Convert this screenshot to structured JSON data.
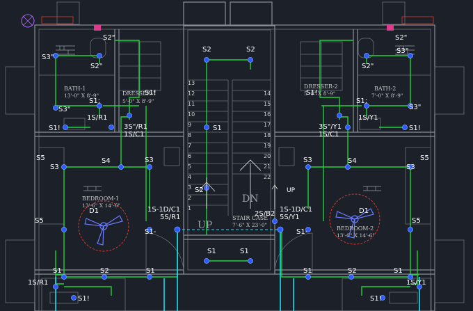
{
  "plan": {
    "rooms": [
      {
        "name": "BATH-1",
        "size": "13'-0\" X 8'-9\""
      },
      {
        "name": "DRESSER-1",
        "size": "5'-0\" X 8'-9\""
      },
      {
        "name": "DRESSER-2",
        "size": "5'-0\" X 8'-9\""
      },
      {
        "name": "BATH-2",
        "size": "7'-0\" X 8'-9\""
      },
      {
        "name": "BEDROOM-1",
        "size": "13'-6\" X 14'-6\""
      },
      {
        "name": "BEDROOM-2",
        "size": "13'-0\" X 14'-6\""
      },
      {
        "name": "STAIR CASE",
        "size": "7'-6\" X 23'-0\""
      }
    ],
    "stair_words": {
      "up": "UP",
      "dn": "DN",
      "up_small": "UP"
    },
    "step_numbers": [
      "13",
      "12",
      "11",
      "10",
      "9",
      "8",
      "7",
      "6",
      "5",
      "4",
      "3",
      "2",
      "1",
      "14",
      "15",
      "16",
      "17",
      "18",
      "19",
      "20",
      "21",
      "22"
    ],
    "labels": {
      "s2a": "S2\"",
      "s2b": "S2\"",
      "s3a": "S3\"",
      "s3b": "S3\"",
      "s1a": "S1;",
      "s1b": "S1!",
      "s1rv": "1S/R1",
      "s1c": "S1!",
      "s3r1": "3S\"/R1",
      "s1c1": "1S/C1",
      "s5": "S5",
      "s3c": "S3",
      "s4": "S4",
      "s3d": "S3",
      "d1": "D1",
      "s5b": "S5",
      "sd1": "1S-1D/C1",
      "sr1": "5S/R1",
      "s1m": "S1-",
      "s1l": "S1",
      "s2l": "S2",
      "s1l2": "S1",
      "s1r1b": "1S/R1",
      "s1bot": "S1!",
      "st_s2a": "S2",
      "st_s2b": "S2",
      "st_s1": "S1",
      "st_s2c": "S2",
      "st_s1b": "S1",
      "st_s1c": "S1",
      "sb2": "2S/B2",
      "r_s2a": "S2\"",
      "r_s2b": "S2\"",
      "r_s3a": "S3\"",
      "r_s3b": "S3\"",
      "r_s1a": "S1;",
      "r_s1b": "S1!",
      "r_s1y": "1S/Y1",
      "r_s1c": "S1!",
      "r_s3y1": "3S\"/Y1",
      "r_s1c1": "1S/C1",
      "r_s5": "S5",
      "r_s3c": "S3",
      "r_s4": "S4",
      "r_s3d": "S3",
      "r_d1": "D1",
      "r_s5b": "S5",
      "r_sd1": "1S-1D/C1",
      "r_sy1": "5S/Y1",
      "r_s1m": "S1-",
      "r_s1l": "S1",
      "r_s2l": "S2",
      "r_s1l2": "S1",
      "r_s1y1b": "1S/Y1",
      "r_s1bot": "S1!"
    }
  },
  "colors": {
    "wire": "#1fd23a",
    "riser": "#19e0f0",
    "node": "#2c5cff",
    "fan": "#e03a2a",
    "wall": "#8a9099",
    "background": "#1c2028"
  }
}
